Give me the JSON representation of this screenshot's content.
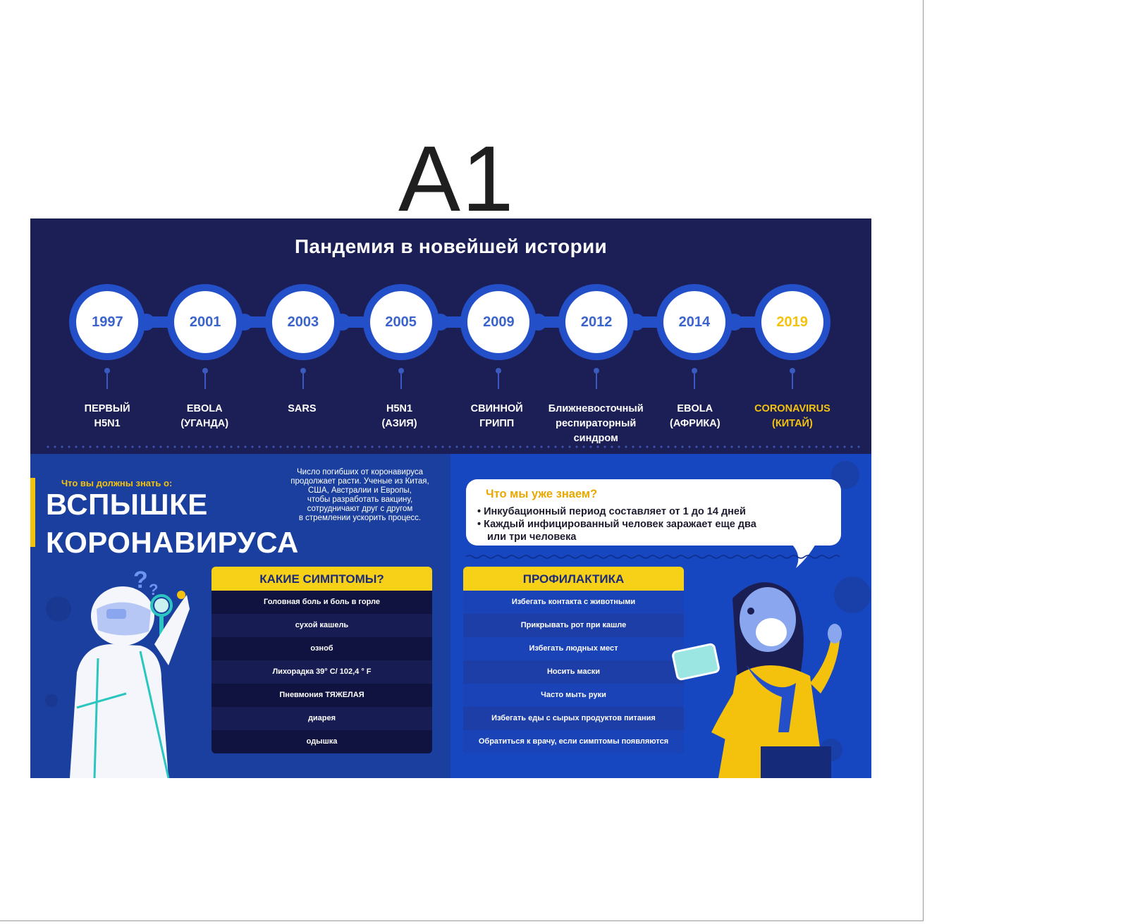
{
  "size_label": "A1",
  "title": "Пандемия в новейшей истории",
  "timeline": [
    {
      "year": "1997",
      "event": "ПЕРВЫЙ\nH5N1",
      "highlight": false
    },
    {
      "year": "2001",
      "event": "EBOLA\n(УГАНДА)",
      "highlight": false
    },
    {
      "year": "2003",
      "event": "SARS",
      "highlight": false
    },
    {
      "year": "2005",
      "event": "H5N1\n(АЗИЯ)",
      "highlight": false
    },
    {
      "year": "2009",
      "event": "СВИННОЙ\nГРИПП",
      "highlight": false
    },
    {
      "year": "2012",
      "event": "Ближневосточный\nреспираторный\nсиндром",
      "highlight": false
    },
    {
      "year": "2014",
      "event": "EBOLA\n(АФРИКА)",
      "highlight": false
    },
    {
      "year": "2019",
      "event": "CORONAVIRUS\n(КИТАЙ)",
      "highlight": true
    }
  ],
  "left": {
    "kicker": "Что вы должны знать о:",
    "headline_line1": "ВСПЫШКЕ",
    "headline_line2": "КОРОНАВИРУСА",
    "intro": "Число погибших от коронавируса\nпродолжает расти. Ученые из Китая,\nСША, Австралии и Европы,\nчтобы разработать вакцину,\nсотрудничают друг с другом\nв стремлении ускорить процесс."
  },
  "symptoms": {
    "title": "КАКИЕ СИМПТОМЫ?",
    "items": [
      "Головная боль и боль в горле",
      "сухой кашель",
      "озноб",
      "Лихорадка 39° C/ 102,4 ° F",
      "Пневмония ТЯЖЕЛАЯ",
      "диарея",
      "одышка"
    ]
  },
  "known": {
    "title": "Что мы уже знаем?",
    "item1": "• Инкубационный период составляет от 1 до 14 дней",
    "item2": "• Каждый инфицированный человек заражает еще два",
    "item2_cont": "или три человека"
  },
  "prevention": {
    "title": "ПРОФИЛАКТИКА",
    "items": [
      "Избегать контакта с животными",
      "Прикрывать рот при кашле",
      "Избегать людных мест",
      "Носить маски",
      "Часто мыть руки",
      "Избегать еды с сырых продуктов питания",
      "Обратиться к врачу, если симптомы появляются"
    ]
  },
  "colors": {
    "navy": "#1c1f56",
    "blue": "#1747c0",
    "yellow": "#f4c20d",
    "white": "#ffffff"
  }
}
